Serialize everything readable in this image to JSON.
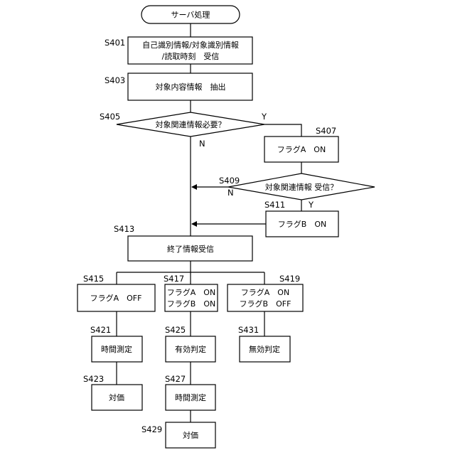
{
  "flowchart": {
    "start": {
      "label": "サーバ処理"
    },
    "nodes": {
      "s401": {
        "step": "S401",
        "lines": [
          "自己識別情報/対象識別情報",
          "/読取時刻　受信"
        ]
      },
      "s403": {
        "step": "S403",
        "lines": [
          "対象内容情報　抽出"
        ]
      },
      "s405": {
        "step": "S405",
        "lines": [
          "対象関連情報必要？"
        ],
        "yes": "Y",
        "no": "N"
      },
      "s407": {
        "step": "S407",
        "lines": [
          "フラグA　ON"
        ]
      },
      "s409": {
        "step": "S409",
        "lines": [
          "対象関連情報 受信？"
        ],
        "yes": "Y",
        "no": "N"
      },
      "s411": {
        "step": "S411",
        "lines": [
          "フラグB　ON"
        ]
      },
      "s413": {
        "step": "S413",
        "lines": [
          "終了情報受信"
        ]
      },
      "s415": {
        "step": "S415",
        "lines": [
          "フラグA　OFF"
        ]
      },
      "s417": {
        "step": "S417",
        "lines": [
          "フラグA　ON",
          "フラグB　ON"
        ]
      },
      "s419": {
        "step": "S419",
        "lines": [
          "フラグA　ON",
          "フラグB　OFF"
        ]
      },
      "s421": {
        "step": "S421",
        "lines": [
          "時間測定"
        ]
      },
      "s423": {
        "step": "S423",
        "lines": [
          "対価"
        ]
      },
      "s425": {
        "step": "S425",
        "lines": [
          "有効判定"
        ]
      },
      "s427": {
        "step": "S427",
        "lines": [
          "時間測定"
        ]
      },
      "s429": {
        "step": "S429",
        "lines": [
          "対価"
        ]
      },
      "s431": {
        "step": "S431",
        "lines": [
          "無効判定"
        ]
      }
    }
  }
}
